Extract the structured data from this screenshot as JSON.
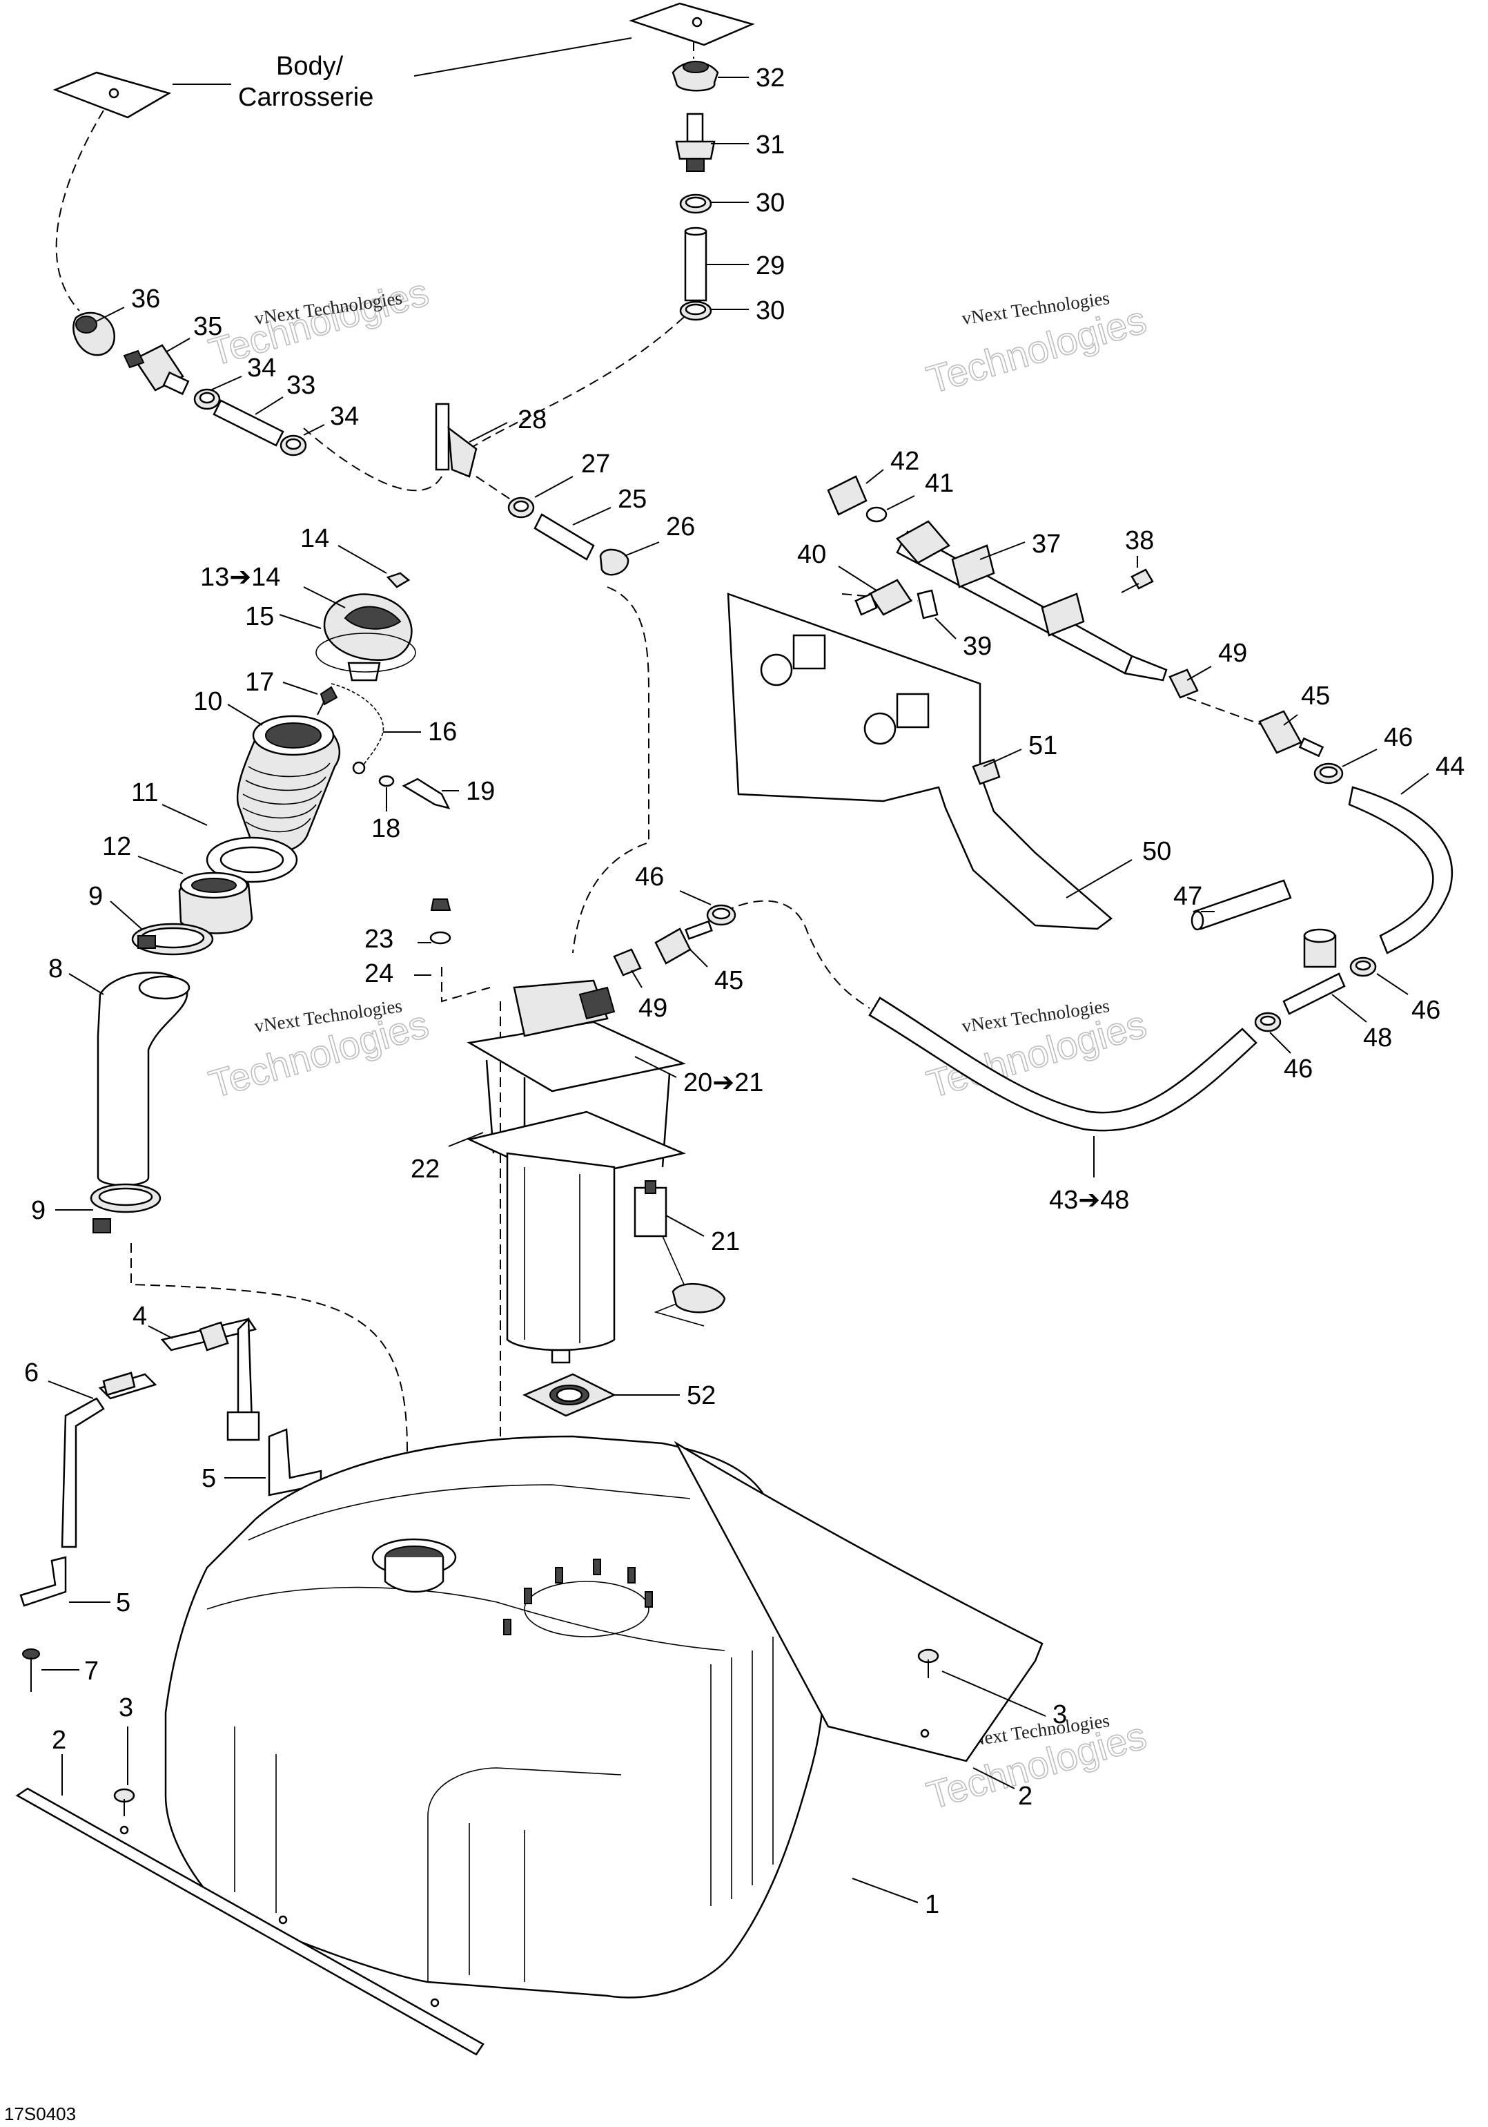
{
  "body_label": {
    "line1": "Body/",
    "line2": "Carrosserie"
  },
  "watermark": {
    "line1": "vNext Technologies",
    "line2": "Technologies"
  },
  "reference": "17S0403",
  "callouts": {
    "c1": "1",
    "c2a": "2",
    "c2b": "2",
    "c3a": "3",
    "c3b": "3",
    "c4": "4",
    "c5a": "5",
    "c5b": "5",
    "c6": "6",
    "c7": "7",
    "c8": "8",
    "c9a": "9",
    "c9b": "9",
    "c10": "10",
    "c11": "11",
    "c12": "12",
    "c13": "13➔14",
    "c14": "14",
    "c15": "15",
    "c16": "16",
    "c17": "17",
    "c18": "18",
    "c19": "19",
    "c20": "20➔21",
    "c21": "21",
    "c22": "22",
    "c23": "23",
    "c24": "24",
    "c25": "25",
    "c26": "26",
    "c27": "27",
    "c28": "28",
    "c29": "29",
    "c30a": "30",
    "c30b": "30",
    "c31": "31",
    "c32": "32",
    "c33": "33",
    "c34a": "34",
    "c34b": "34",
    "c35": "35",
    "c36": "36",
    "c37": "37",
    "c38": "38",
    "c39": "39",
    "c40": "40",
    "c41": "41",
    "c42": "42",
    "c43": "43➔48",
    "c44": "44",
    "c45a": "45",
    "c45b": "45",
    "c46a": "46",
    "c46b": "46",
    "c46c": "46",
    "c46d": "46",
    "c47": "47",
    "c48": "48",
    "c49a": "49",
    "c49b": "49",
    "c50": "50",
    "c51": "51",
    "c52": "52"
  }
}
